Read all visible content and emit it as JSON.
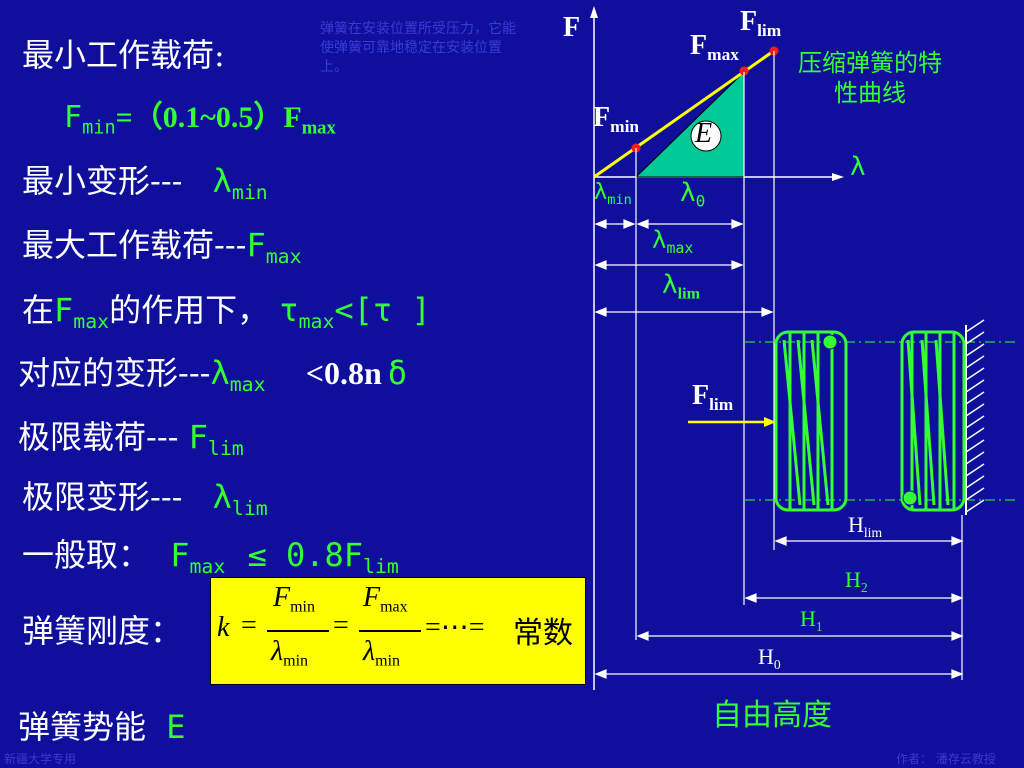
{
  "note": "弹簧在安装位置所受压力，它能使弹簧可靠地稳定在安装位置上。",
  "lines": {
    "min_load": "最小工作载荷:",
    "fmin_formula": {
      "f": "F",
      "sub1": "min",
      "eq": "=（0.1~0.5）F",
      "sub2": "max"
    },
    "min_deform": {
      "label": "最小变形---",
      "sym": "λ",
      "sub": "min"
    },
    "max_load": {
      "label": "最大工作载荷---",
      "sym": "F",
      "sub": "max"
    },
    "under_fmax": {
      "pre": "在",
      "sym": "F",
      "sub": "max",
      "post": "的作用下，",
      "tau": "τ",
      "tau_sub": "max",
      "rest": "<[τ ]"
    },
    "corr_deform": {
      "label": "对应的变形---",
      "sym": "λ",
      "sub": "max",
      "cond": "<0.8n",
      "delta": "δ"
    },
    "limit_load": {
      "label": "极限载荷---",
      "sym": "F",
      "sub": "lim"
    },
    "limit_deform": {
      "label": "极限变形---",
      "sym": "λ",
      "sub": "lim"
    },
    "general": {
      "label": "一般取：",
      "sym": "F",
      "sub": "max",
      "rel": "≤ 0.8F",
      "sub2": "lim"
    },
    "stiffness": "弹簧刚度：",
    "energy": {
      "label": "弹簧势能",
      "sym": "E"
    }
  },
  "formula": {
    "k": "k",
    "eq": "=",
    "num1": "F",
    "num1_sub": "min",
    "den1": "λ",
    "den1_sub": "min",
    "num2": "F",
    "num2_sub": "max",
    "den2": "λ",
    "den2_sub": "min",
    "tail": "=⋯=",
    "const": "常数"
  },
  "diagram": {
    "axis_f": "F",
    "axis_lambda": "λ",
    "f_lim": "F",
    "f_lim_sub": "lim",
    "f_max": "F",
    "f_max_sub": "max",
    "f_min": "F",
    "f_min_sub": "min",
    "energy": "E",
    "curve_title": "压缩弹簧的特性曲线",
    "lam_min": "λ",
    "lam_min_sub": "min",
    "lam_0": "λ",
    "lam_0_sub": "0",
    "lam_max": "λ",
    "lam_max_sub": "max",
    "lam_lim": "λ",
    "lam_lim_sub": "lim",
    "force_lim": "F",
    "force_lim_sub": "lim",
    "h_lim": "H",
    "h_lim_sub": "lim",
    "h2": "H",
    "h2_sub": "2",
    "h1": "H",
    "h1_sub": "1",
    "h0": "H",
    "h0_sub": "0",
    "free_height": "自由高度"
  },
  "footer": {
    "left": "新疆大学专用",
    "right": "作者：  潘存云教授"
  },
  "colors": {
    "background": "#0f0f9c",
    "green": "#33ff33",
    "yellow": "#ffff00",
    "teal": "#00c896",
    "red": "#ff1a1a"
  }
}
